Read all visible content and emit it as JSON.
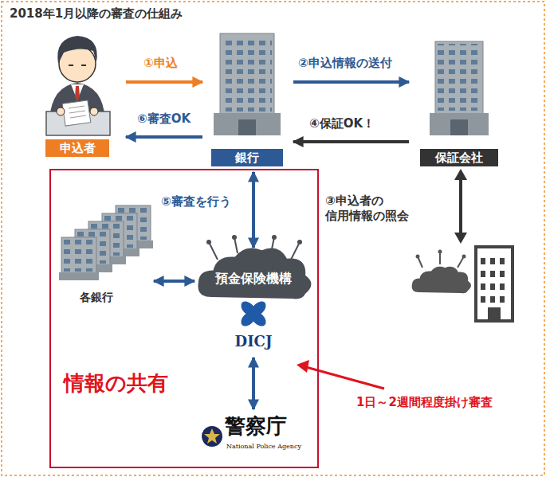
{
  "diagram": {
    "title": "2018年1月以降の審査の仕組み",
    "nodes": [
      {
        "text": [
          "申込者"
        ]
      },
      {
        "text": [
          "銀行"
        ]
      },
      {
        "text": [
          "保証会社"
        ]
      },
      {
        "text": [
          "情報の共有"
        ]
      },
      {
        "text": [
          "各銀行"
        ],
        "in": 3
      },
      {
        "text": [
          "預金保険機構",
          "DICJ"
        ],
        "in": 3
      },
      {
        "text": [
          "警察庁",
          "National Police Agency"
        ],
        "in": 3
      }
    ],
    "edges": [
      {
        "from": 0,
        "to": 1,
        "label": "①申込",
        "arrow": "to"
      },
      {
        "from": 1,
        "to": 2,
        "label": "②申込情報の送付",
        "arrow": "to"
      },
      {
        "from": 2,
        "to": 1,
        "label": "④保証OK！",
        "arrow": "to"
      },
      {
        "from": 1,
        "to": 0,
        "label": "⑥審査OK",
        "arrow": "to"
      },
      {
        "from": 1,
        "to": 5,
        "label": "⑤審査を行う",
        "arrow": "both"
      },
      {
        "from": 4,
        "to": 5,
        "arrow": "both"
      },
      {
        "from": 5,
        "to": 6,
        "arrow": "both"
      }
    ],
    "labels": [
      "③申込者の 信用情報の照会",
      "1日～2週間程度掛け審査"
    ]
  }
}
